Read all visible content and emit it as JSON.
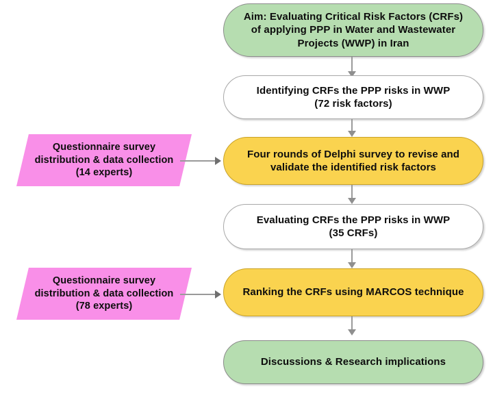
{
  "diagram": {
    "title": "Research methodology flowchart",
    "colors": {
      "green_fill": "#b6ddb0",
      "white_fill": "#ffffff",
      "yellow_fill": "#fad34f",
      "pink_fill": "#f98fe8",
      "connector": "#9a9a9a",
      "text": "#0d0d0d"
    },
    "nodes": {
      "aim": {
        "label": "Aim: Evaluating Critical Risk Factors (CRFs)\nof applying PPP in Water and Wastewater\nProjects (WWP) in Iran",
        "shape": "rounded-rectangle",
        "fill": "green"
      },
      "identify": {
        "label": "Identifying CRFs the PPP risks in WWP\n(72 risk factors)",
        "shape": "rounded-rectangle",
        "fill": "white"
      },
      "delphi": {
        "label": "Four rounds of Delphi survey  to revise and\nvalidate the identified risk factors",
        "shape": "rounded-rectangle",
        "fill": "yellow"
      },
      "survey_14": {
        "label": "Questionnaire survey\ndistribution & data collection\n(14 experts)",
        "shape": "parallelogram",
        "fill": "pink"
      },
      "evaluate": {
        "label": "Evaluating CRFs the PPP risks in WWP\n(35 CRFs)",
        "shape": "rounded-rectangle",
        "fill": "white"
      },
      "ranking": {
        "label": "Ranking the CRFs using MARCOS technique",
        "shape": "rounded-rectangle",
        "fill": "yellow"
      },
      "survey_78": {
        "label": "Questionnaire survey\ndistribution & data collection\n(78 experts)",
        "shape": "parallelogram",
        "fill": "pink"
      },
      "discussion": {
        "label": "Discussions & Research implications",
        "shape": "rounded-rectangle",
        "fill": "green"
      }
    }
  }
}
